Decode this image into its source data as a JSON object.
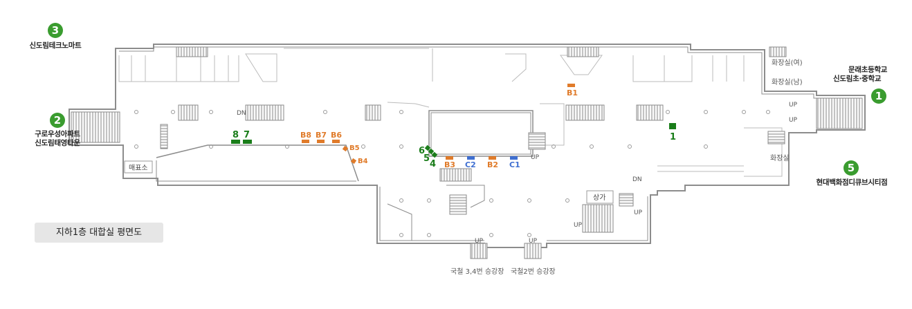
{
  "title": "지하1층 대합실 평면도",
  "colors": {
    "exit_green": "#3a9c2f",
    "marker_green": "#1a7d1a",
    "orange": "#e07b2a",
    "blue": "#3f6fd1",
    "wall": "#8c8c8c"
  },
  "exits": [
    {
      "number": "1",
      "label_lines": [
        "문래초등학교",
        "신도림초·중학교"
      ]
    },
    {
      "number": "2",
      "label_lines": [
        "구로우성아파트",
        "신도림태영타운"
      ]
    },
    {
      "number": "3",
      "label_lines": [
        "신도림테크노마트"
      ]
    },
    {
      "number": "5",
      "label_lines": [
        "현대백화점디큐브시티점"
      ]
    }
  ],
  "rooms": {
    "toilet_women": "화장실(여)",
    "toilet_men": "화장실(남)",
    "toilet": "화장실",
    "ticket": "매표소",
    "shop": "상가"
  },
  "platforms": {
    "platform_34": "국철 3,4번 승강장",
    "platform_2": "국철2번 승강장"
  },
  "markers": {
    "green_numbers": [
      "8",
      "7",
      "6",
      "5",
      "4",
      "1"
    ],
    "orange_codes": [
      "B1",
      "B8",
      "B7",
      "B6",
      "B5",
      "B4",
      "B3",
      "B2"
    ],
    "blue_codes": [
      "C2",
      "C1"
    ]
  },
  "stairs_labels": {
    "up": "UP",
    "dn": "DN"
  }
}
